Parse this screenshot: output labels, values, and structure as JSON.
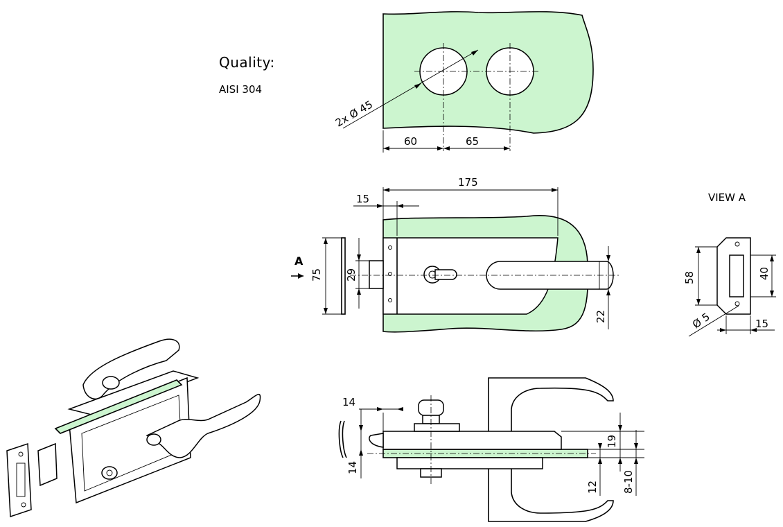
{
  "quality": {
    "label": "Quality:",
    "material": "AISI 304"
  },
  "views": {
    "view_a_title": "VIEW A",
    "section_marker": "A"
  },
  "dimensions": {
    "hole_spec": "2x Ø 45",
    "hole_offset": "60",
    "hole_spacing": "65",
    "overall_length": "175",
    "edge_offset": "15",
    "body_height": "75",
    "latch_height": "29",
    "handle_offset": "22",
    "strike_height": "58",
    "strike_opening": "40",
    "strike_hole": "Ø 5",
    "strike_depth": "15",
    "side_offset": "14",
    "side_height": "14",
    "side_thickness": "19",
    "side_gap": "12",
    "glass_thickness": "8-10"
  },
  "colors": {
    "glass_fill": "#ccf5cf",
    "line": "#000000"
  }
}
